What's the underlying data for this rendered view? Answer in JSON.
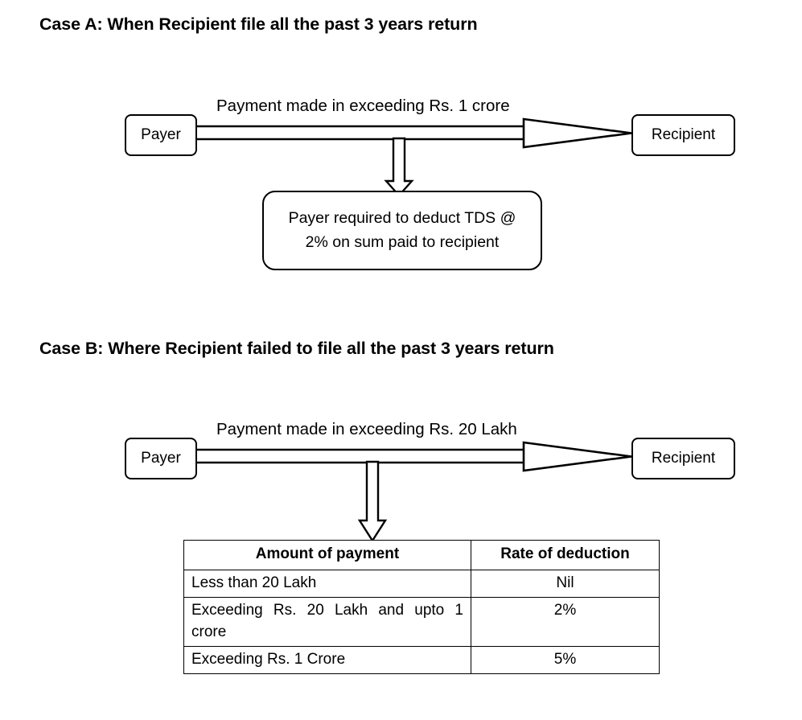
{
  "page": {
    "background": "#ffffff",
    "ink": "#000000"
  },
  "case_a": {
    "title": "Case A: When Recipient file all the past 3 years return",
    "flow": {
      "label": "Payment made in exceeding Rs. 1 crore",
      "source_node": "Payer",
      "target_node": "Recipient"
    },
    "note": {
      "line1": "Payer required to deduct TDS @",
      "line2": "2% on sum paid to recipient"
    }
  },
  "case_b": {
    "title": "Case B: Where Recipient failed to file all the past 3 years return",
    "flow": {
      "label": "Payment made in exceeding Rs. 20 Lakh",
      "source_node": "Payer",
      "target_node": "Recipient"
    },
    "table": {
      "headers": [
        "Amount of payment",
        "Rate of deduction"
      ],
      "rows": [
        {
          "amount": "Less than 20 Lakh",
          "rate": "Nil"
        },
        {
          "amount": "Exceeding Rs. 20 Lakh and upto 1 crore",
          "rate": "2%"
        },
        {
          "amount": "Exceeding Rs. 1 Crore",
          "rate": "5%"
        }
      ]
    }
  }
}
